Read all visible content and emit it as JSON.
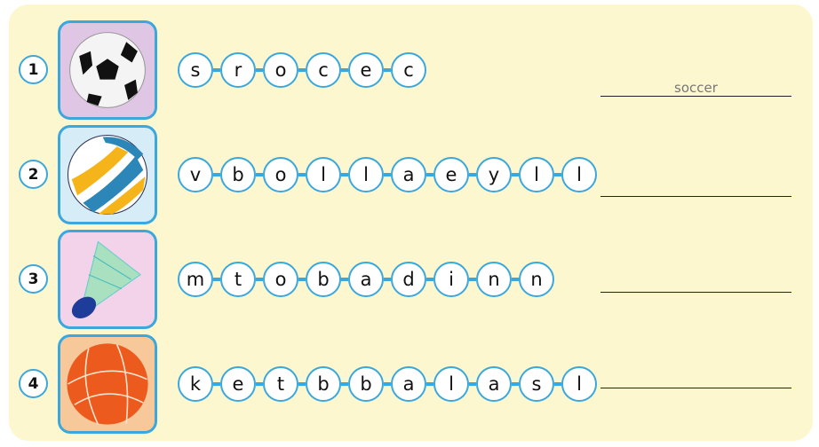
{
  "exercises": [
    {
      "number": "1",
      "picture": "soccer-ball",
      "letters": [
        "s",
        "r",
        "o",
        "c",
        "e",
        "c"
      ],
      "answer": "soccer"
    },
    {
      "number": "2",
      "picture": "volleyball",
      "letters": [
        "v",
        "b",
        "o",
        "l",
        "l",
        "a",
        "e",
        "y",
        "l",
        "l"
      ],
      "answer": ""
    },
    {
      "number": "3",
      "picture": "shuttlecock",
      "letters": [
        "m",
        "t",
        "o",
        "b",
        "a",
        "d",
        "i",
        "n",
        "n"
      ],
      "answer": ""
    },
    {
      "number": "4",
      "picture": "basketball",
      "letters": [
        "k",
        "e",
        "t",
        "b",
        "b",
        "a",
        "l",
        "a",
        "s",
        "l"
      ],
      "answer": ""
    }
  ],
  "colors": {
    "accent": "#3aa7dd",
    "card": "#fdf7cf"
  }
}
